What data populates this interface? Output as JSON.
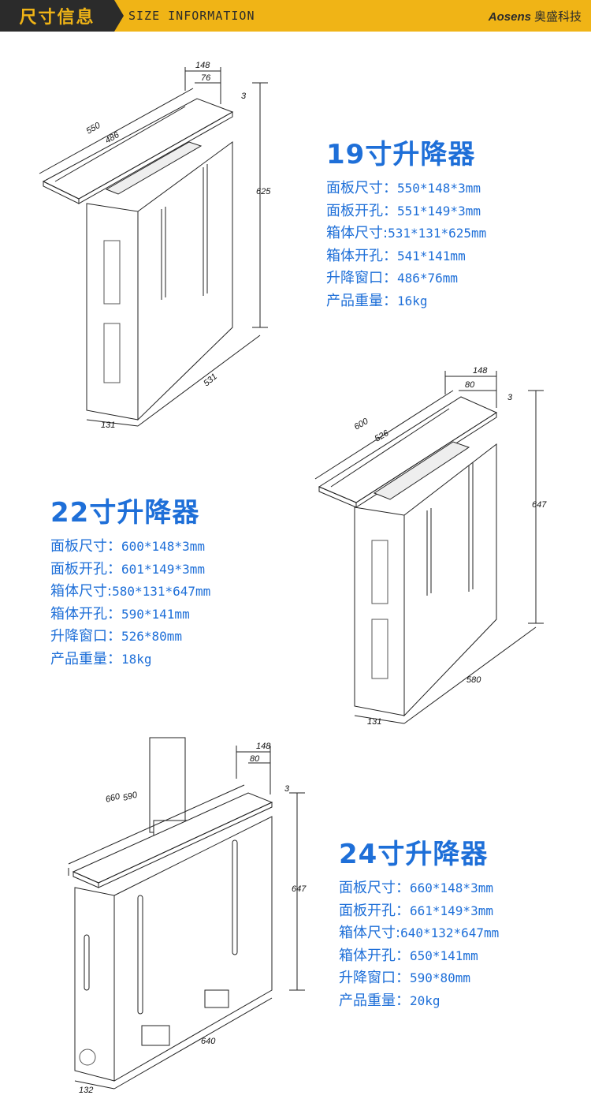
{
  "header": {
    "title_zh": "尺寸信息",
    "title_en": "SIZE INFORMATION",
    "brand_en": "Aosens",
    "brand_zh": "奥盛科技"
  },
  "models": [
    {
      "name": "19寸升降器",
      "specs": [
        {
          "label": "面板尺寸：",
          "value": "550*148*3mm"
        },
        {
          "label": "面板开孔：",
          "value": "551*149*3mm"
        },
        {
          "label": "箱体尺寸:",
          "value": "531*131*625mm"
        },
        {
          "label": "箱体开孔：",
          "value": "541*141mm"
        },
        {
          "label": "升降窗口：",
          "value": "486*76mm"
        },
        {
          "label": "产品重量：",
          "value": "16kg"
        }
      ],
      "dims": {
        "panel_len": "550",
        "window_len": "486",
        "panel_w": "148",
        "window_w": "76",
        "thick": "3",
        "height": "625",
        "depth": "531",
        "box_w": "131"
      }
    },
    {
      "name": "22寸升降器",
      "specs": [
        {
          "label": "面板尺寸：",
          "value": "600*148*3mm"
        },
        {
          "label": "面板开孔：",
          "value": "601*149*3mm"
        },
        {
          "label": "箱体尺寸:",
          "value": "580*131*647mm"
        },
        {
          "label": "箱体开孔：",
          "value": "590*141mm"
        },
        {
          "label": "升降窗口：",
          "value": "526*80mm"
        },
        {
          "label": "产品重量：",
          "value": "18kg"
        }
      ],
      "dims": {
        "panel_len": "600",
        "window_len": "526",
        "panel_w": "148",
        "window_w": "80",
        "thick": "3",
        "height": "647",
        "depth": "580",
        "box_w": "131"
      }
    },
    {
      "name": "24寸升降器",
      "specs": [
        {
          "label": "面板尺寸：",
          "value": "660*148*3mm"
        },
        {
          "label": "面板开孔：",
          "value": "661*149*3mm"
        },
        {
          "label": "箱体尺寸:",
          "value": "640*132*647mm"
        },
        {
          "label": "箱体开孔：",
          "value": "650*141mm"
        },
        {
          "label": "升降窗口：",
          "value": "590*80mm"
        },
        {
          "label": "产品重量：",
          "value": "20kg"
        }
      ],
      "dims": {
        "panel_len": "660",
        "window_len": "590",
        "panel_w": "148",
        "window_w": "80",
        "thick": "3",
        "height": "647",
        "depth": "640",
        "box_w": "132"
      }
    }
  ],
  "colors": {
    "accent": "#f0b416",
    "dark": "#2b2b2b",
    "spec_blue": "#1e6fd8"
  }
}
